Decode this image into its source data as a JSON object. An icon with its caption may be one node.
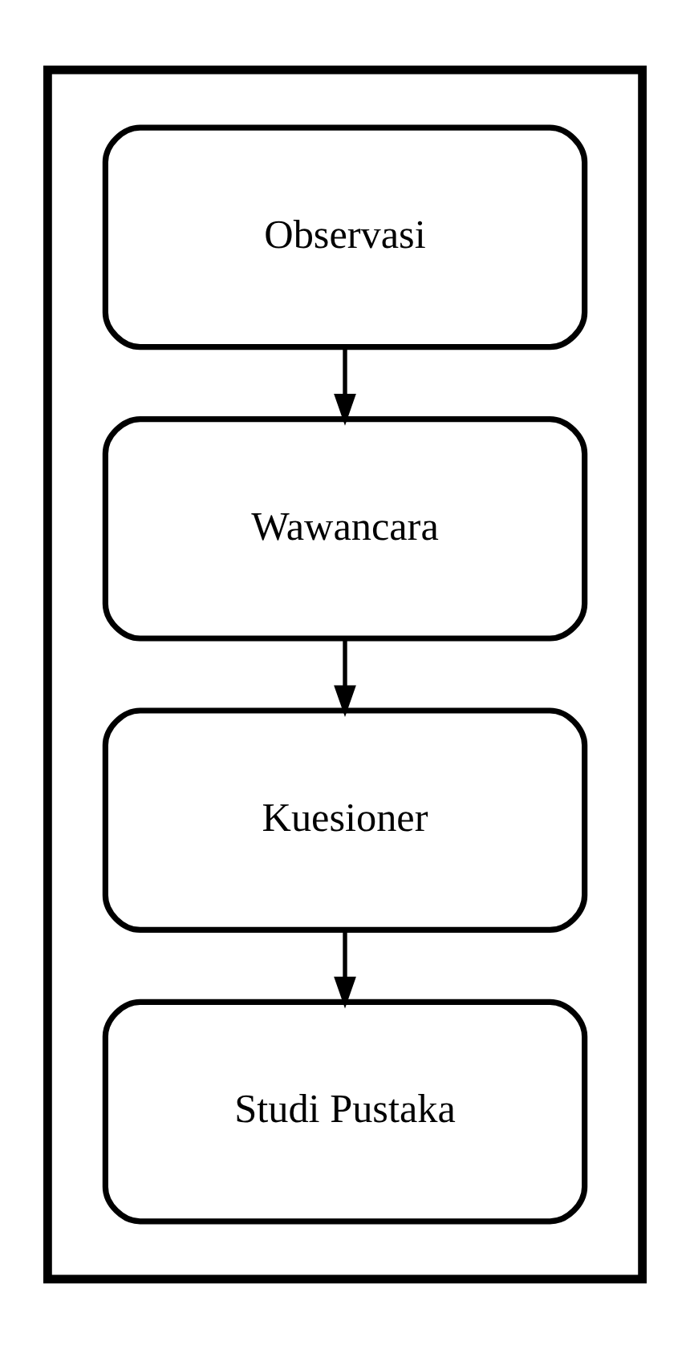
{
  "diagram": {
    "nodes": [
      {
        "text": [],
        "shape": "box"
      },
      {
        "text": [
          "Observasi"
        ],
        "in": 0
      },
      {
        "text": [
          "Wawancara"
        ],
        "in": 0
      },
      {
        "text": [
          "Kuesioner"
        ],
        "in": 0
      },
      {
        "text": [
          "Studi Pustaka"
        ],
        "in": 0
      }
    ],
    "edges": [
      {
        "from": 1,
        "to": 2,
        "arrow": "to"
      },
      {
        "from": 2,
        "to": 3,
        "arrow": "to"
      },
      {
        "from": 3,
        "to": 4,
        "arrow": "to"
      }
    ]
  }
}
